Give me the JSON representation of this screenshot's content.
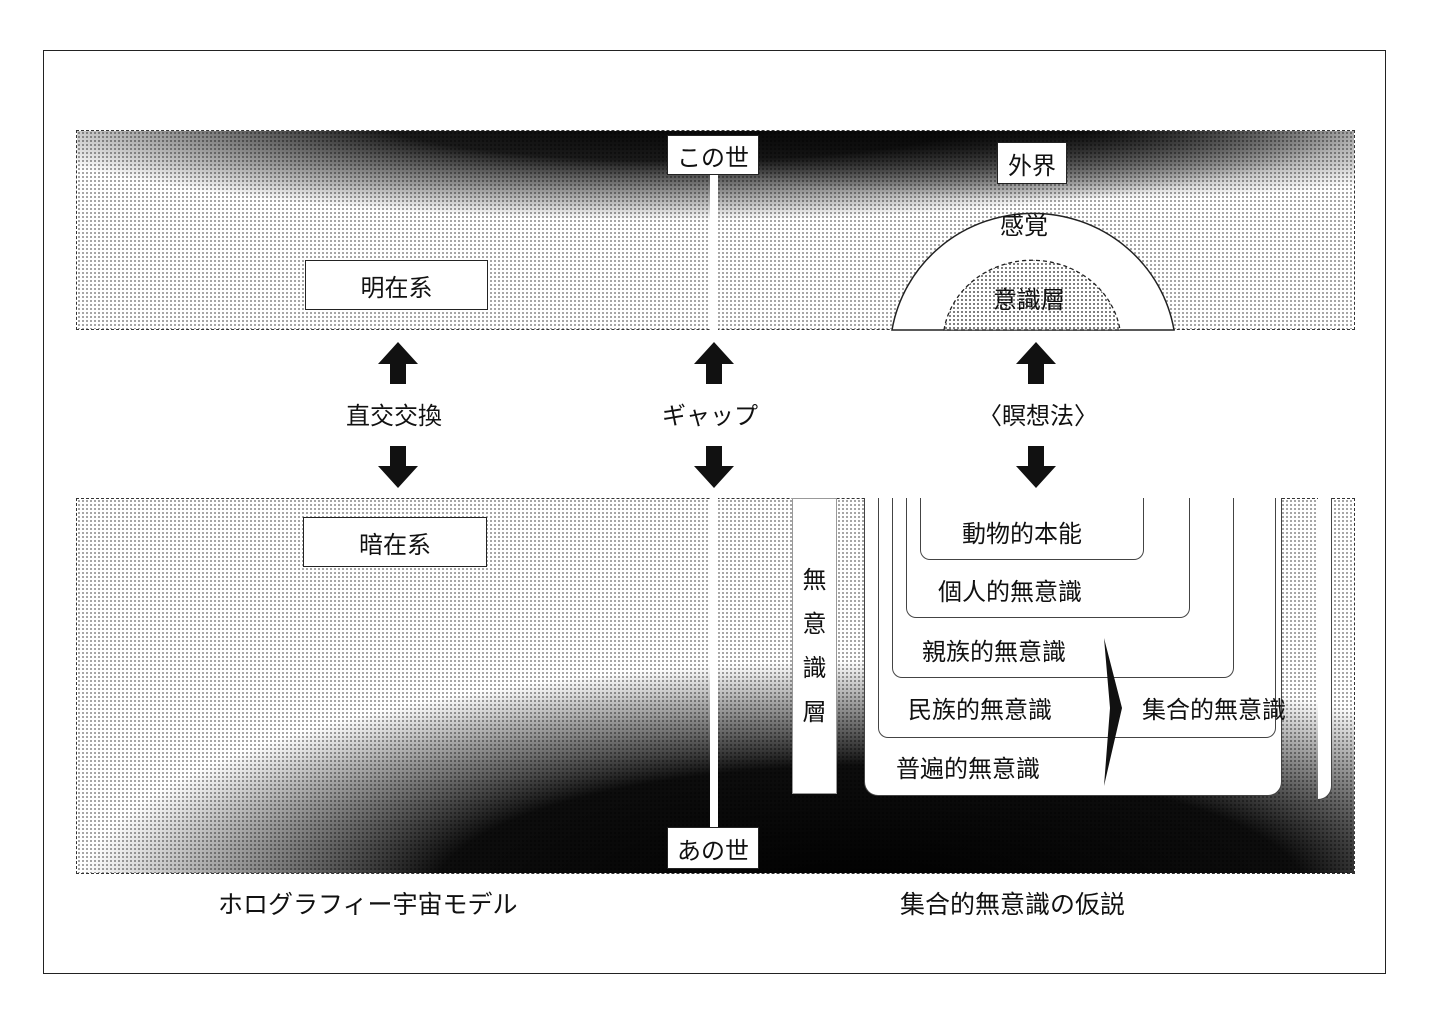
{
  "left": {
    "explicit_order": "明在系",
    "implicit_order": "暗在系",
    "exchange": "直交交換",
    "caption": "ホログラフィー宇宙モデル"
  },
  "center": {
    "this_world": "この世",
    "other_world": "あの世",
    "gap": "ギャップ"
  },
  "right": {
    "outer_world": "外界",
    "senses": "感覚",
    "consciousness_layer": "意識層",
    "meditation": "〈瞑想法〉",
    "unconscious_layer_chars": [
      "無",
      "意",
      "識",
      "層"
    ],
    "layers": [
      "動物的本能",
      "個人的無意識",
      "親族的無意識",
      "民族的無意識",
      "普遍的無意識"
    ],
    "collective": "集合的無意識",
    "caption": "集合的無意識の仮説"
  }
}
